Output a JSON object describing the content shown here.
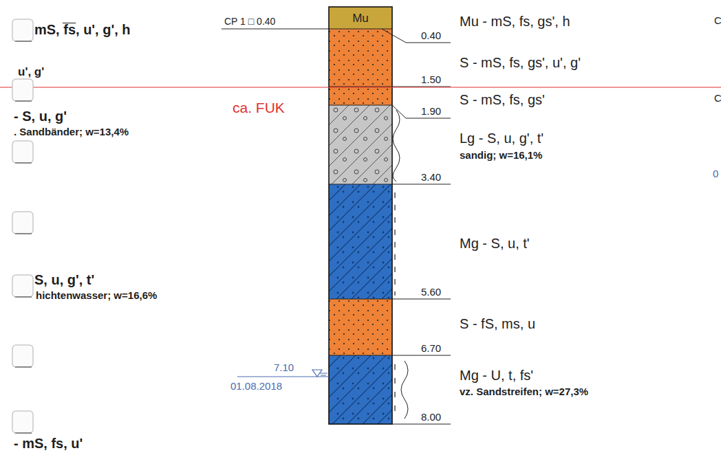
{
  "diagram": {
    "nodes": [
      {
        "text": [
          "Mu"
        ]
      }
    ],
    "labels": [
      "mS, f̅s̅, u', g', h",
      "u', g'",
      "- S, u, g'",
      ". Sandbänder; w=13,4%",
      "S, u, g', t'",
      "hichtenwasser; w=16,6%",
      "- mS, fs, u'",
      "ca. FUK",
      "CP 1 □ 0.40",
      "0.40",
      "1.50",
      "1.90",
      "3.40",
      "5.60",
      "6.70",
      "8.00",
      "Mu - mS, fs, gs', h",
      "S - mS, fs, gs', u', g'",
      "S - mS, fs, gs'",
      "Lg - S, u, g', t'",
      "sandig; w=16,1%",
      "Mg - S, u, t'",
      "S - fS, ms, u",
      "Mg - U, t, fs'",
      "vz. Sandstreifen; w=27,3%",
      "7.10",
      "01.08.2018",
      "C",
      "C",
      "0"
    ]
  }
}
